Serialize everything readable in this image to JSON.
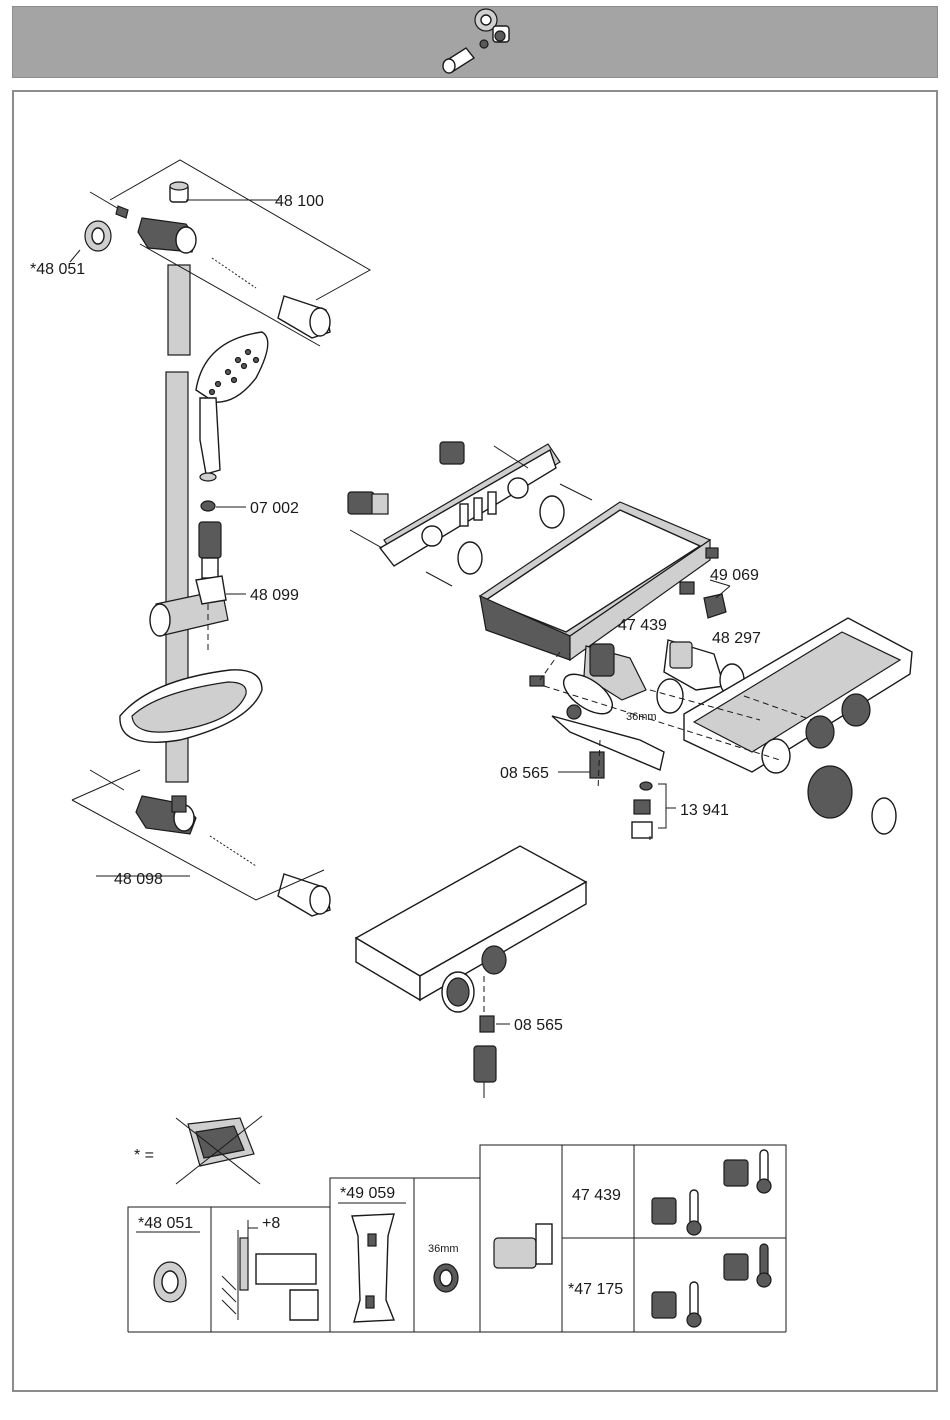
{
  "header": {
    "icon": "wall-bracket-icon"
  },
  "labels": {
    "p48100": "48 100",
    "p48051": "*48 051",
    "p07002": "07 002",
    "p48099": "48 099",
    "p48098": "48 098",
    "p49069": "49 069",
    "p47439": "47 439",
    "p48297": "48 297",
    "p36mm": "36mm",
    "p08565a": "08 565",
    "p13941": "13 941",
    "p08565b": "08 565"
  },
  "legend": {
    "asterisk": "* =",
    "c1_title": "*48 051",
    "c2_dim": "+8",
    "c3_title": "*49 059",
    "c4_size": "36mm",
    "row1_part": "47 439",
    "row2_part": "*47 175"
  }
}
